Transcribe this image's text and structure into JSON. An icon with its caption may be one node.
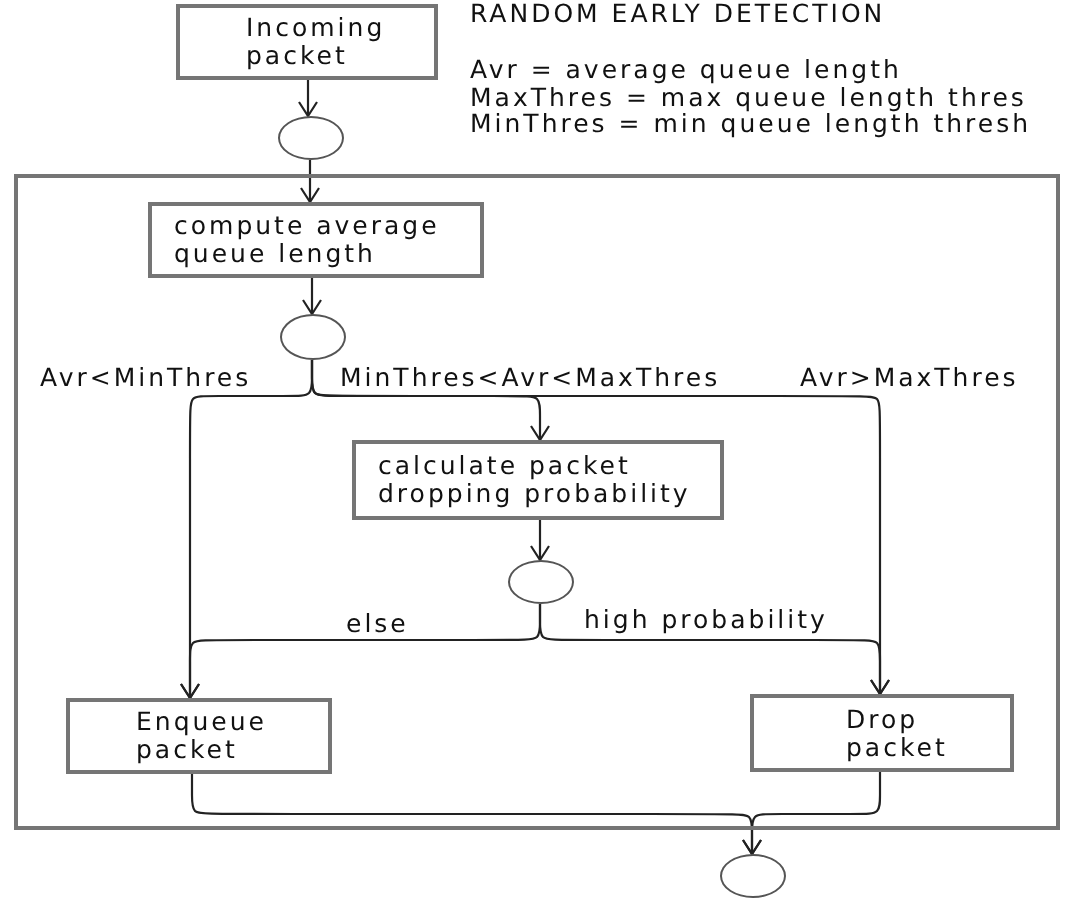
{
  "diagram": {
    "title": "RANDOM EARLY DETECTION",
    "nodes": [
      {
        "text": [
          "Incoming packet"
        ]
      },
      {
        "text": [],
        "shape": "circle"
      },
      {
        "text": [],
        "shape": "box"
      },
      {
        "text": [
          "compute average queue length"
        ],
        "in": 2
      },
      {
        "text": [],
        "shape": "circle",
        "in": 2
      },
      {
        "text": [
          "calculate packet dropping probability"
        ],
        "in": 2
      },
      {
        "text": [],
        "shape": "circle",
        "in": 2
      },
      {
        "text": [
          "Enqueue packet"
        ],
        "in": 2
      },
      {
        "text": [
          "Drop packet"
        ],
        "in": 2
      },
      {
        "text": [],
        "shape": "circle"
      }
    ],
    "edges": [
      {
        "from": 0,
        "to": 1,
        "arrow": "to"
      },
      {
        "from": 1,
        "to": 3,
        "arrow": "to"
      },
      {
        "from": 3,
        "to": 4,
        "arrow": "to"
      },
      {
        "from": 4,
        "to": 7,
        "arrow": "to",
        "label": "Avr<MinThres"
      },
      {
        "from": 4,
        "to": 5,
        "arrow": "to",
        "label": "MinThres<Avr<MaxThres"
      },
      {
        "from": 4,
        "to": 8,
        "arrow": "to",
        "label": "Avr>MaxThres"
      },
      {
        "from": 5,
        "to": 6,
        "arrow": "to"
      },
      {
        "from": 6,
        "to": 7,
        "arrow": "to",
        "label": "else"
      },
      {
        "from": 6,
        "to": 8,
        "arrow": "to",
        "label": "high probability"
      },
      {
        "from": 7,
        "to": 9,
        "arrow": "to"
      },
      {
        "from": 8,
        "to": 9,
        "arrow": "to"
      }
    ],
    "labels": [
      "Avr = average queue length",
      "MaxThres = max queue length thres",
      "MinThres = min queue length thresh"
    ]
  }
}
